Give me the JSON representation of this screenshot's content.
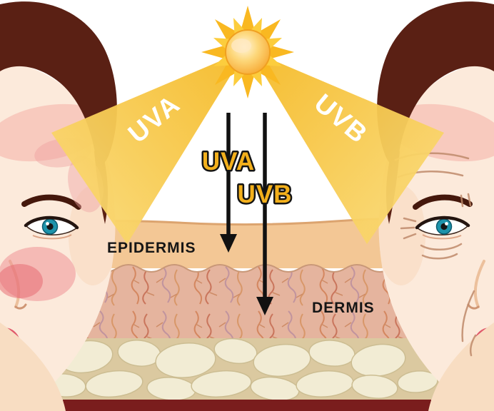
{
  "rays": {
    "uva": "UVA",
    "uvb": "UVB"
  },
  "penetration": {
    "uva": "UVA",
    "uvb": "UVB"
  },
  "layers": {
    "epidermis": "EPIDERMIS",
    "dermis": "DERMIS"
  },
  "colors": {
    "sun_outer": "#f9b821",
    "sun_inner": "#fccd3d",
    "beam": "#f5ba27",
    "label_gold": "#f3b01c",
    "epidermis": "#f3c795",
    "dermis": "#e5b49e",
    "subcutaneous": "#dbc9a0",
    "fat_globule": "#f2ecd4",
    "hair": "#5a2014",
    "face_skin": "#fceadb",
    "bottom_bar": "#7a1d1d",
    "arrow": "#111111"
  }
}
